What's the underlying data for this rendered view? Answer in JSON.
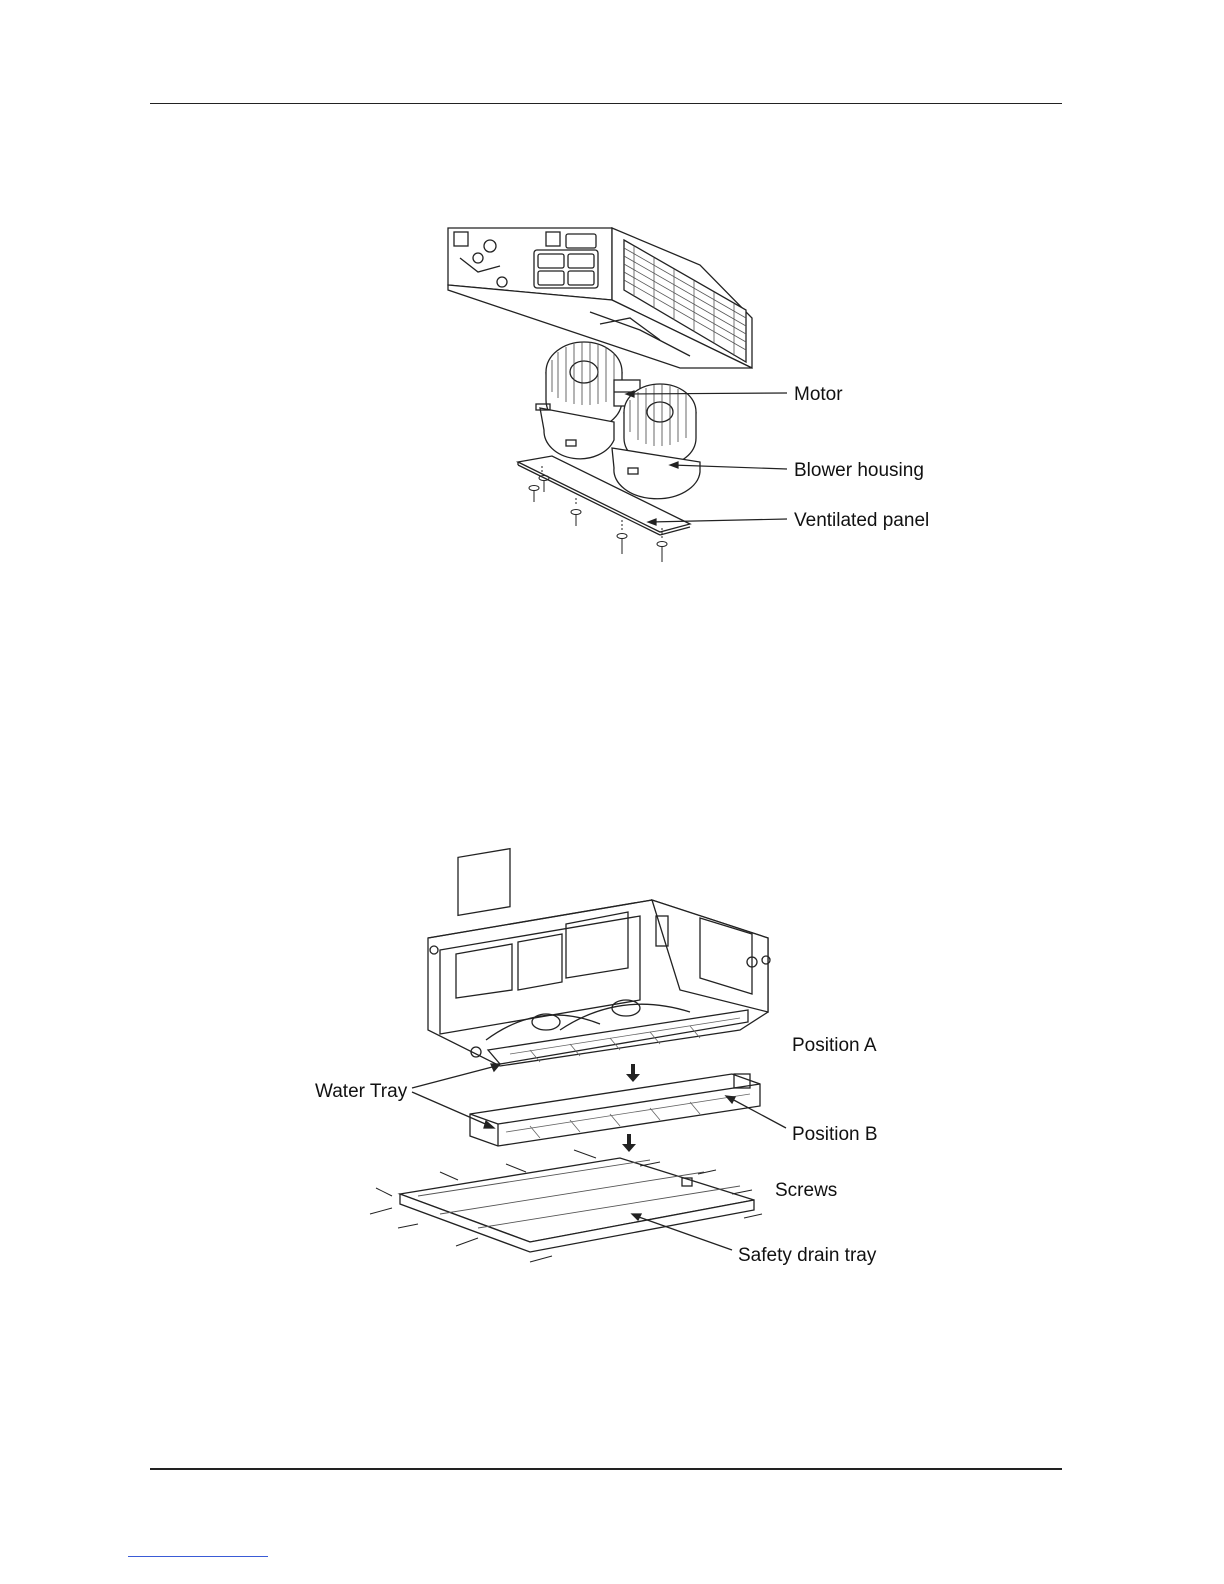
{
  "figure1": {
    "labels": {
      "motor": "Motor",
      "blower_housing": "Blower housing",
      "ventilated_panel": "Ventilated panel"
    }
  },
  "figure2": {
    "labels": {
      "position_a": "Position A",
      "water_tray": "Water Tray",
      "position_b": "Position B",
      "screws": "Screws",
      "safety_drain_tray": "Safety drain tray"
    }
  }
}
